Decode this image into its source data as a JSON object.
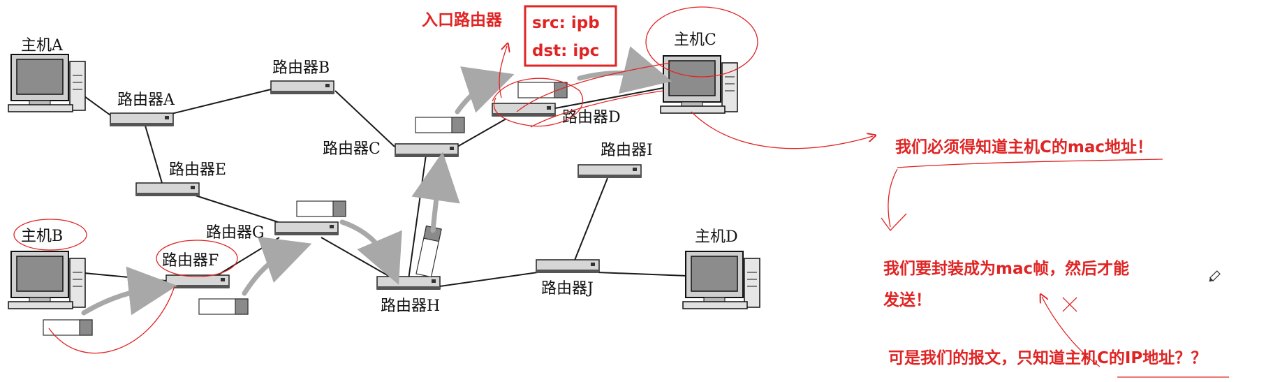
{
  "hosts": {
    "a": "主机A",
    "b": "主机B",
    "c": "主机C",
    "d": "主机D"
  },
  "routers": {
    "a": "路由器A",
    "b": "路由器B",
    "c": "路由器C",
    "d": "路由器D",
    "e": "路由器E",
    "f": "路由器F",
    "g": "路由器G",
    "h": "路由器H",
    "i": "路由器I",
    "j": "路由器J"
  },
  "annotations": {
    "entry_router": "入口路由器",
    "packet_src": "src:  ipb",
    "packet_dst": "dst: ipc",
    "need_mac": "我们必须得知道主机C的mac地址！",
    "encapsulate_line1": "我们要封装成为mac帧，然后才能",
    "encapsulate_line2": "发送！",
    "only_ip": "可是我们的报文，只知道主机C的IP地址？？"
  },
  "colors": {
    "annotation": "#e02424",
    "packet_fill": "#8a8a8a",
    "arrow": "#a8a8a8",
    "link": "#1a1a1a"
  }
}
